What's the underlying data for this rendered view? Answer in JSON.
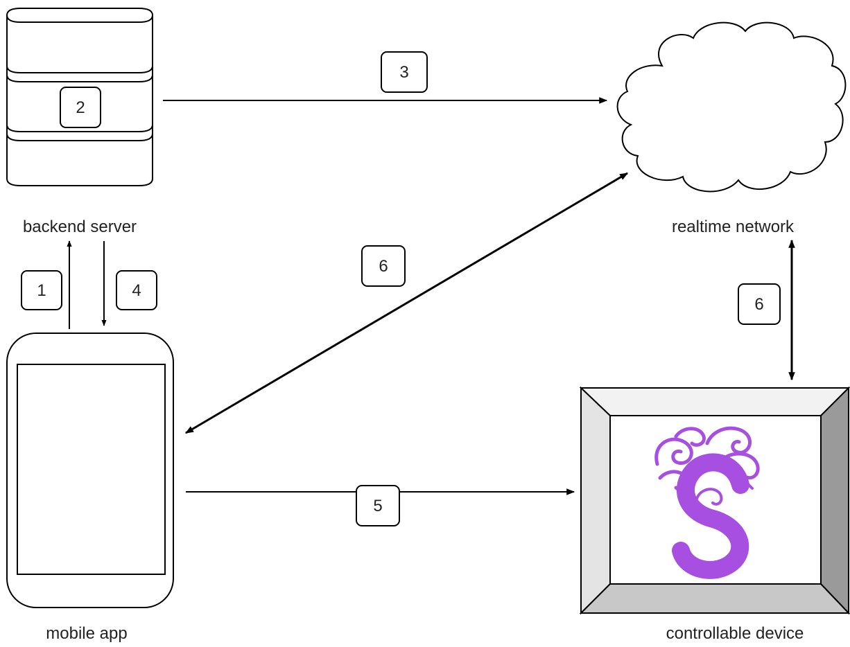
{
  "nodes": {
    "backend_server": {
      "label": "backend server"
    },
    "realtime_network": {
      "label": "realtime network"
    },
    "mobile_app": {
      "label": "mobile app"
    },
    "controllable_device": {
      "label": "controllable device"
    }
  },
  "steps": {
    "s1": "1",
    "s2": "2",
    "s3": "3",
    "s4": "4",
    "s5": "5",
    "s6a": "6",
    "s6b": "6"
  },
  "colors": {
    "stroke": "#000000",
    "logo": "#a64fe0",
    "bevel_light": "#f2f2f2",
    "bevel_mid": "#d0d0d0",
    "bevel_dark": "#9a9a9a"
  }
}
